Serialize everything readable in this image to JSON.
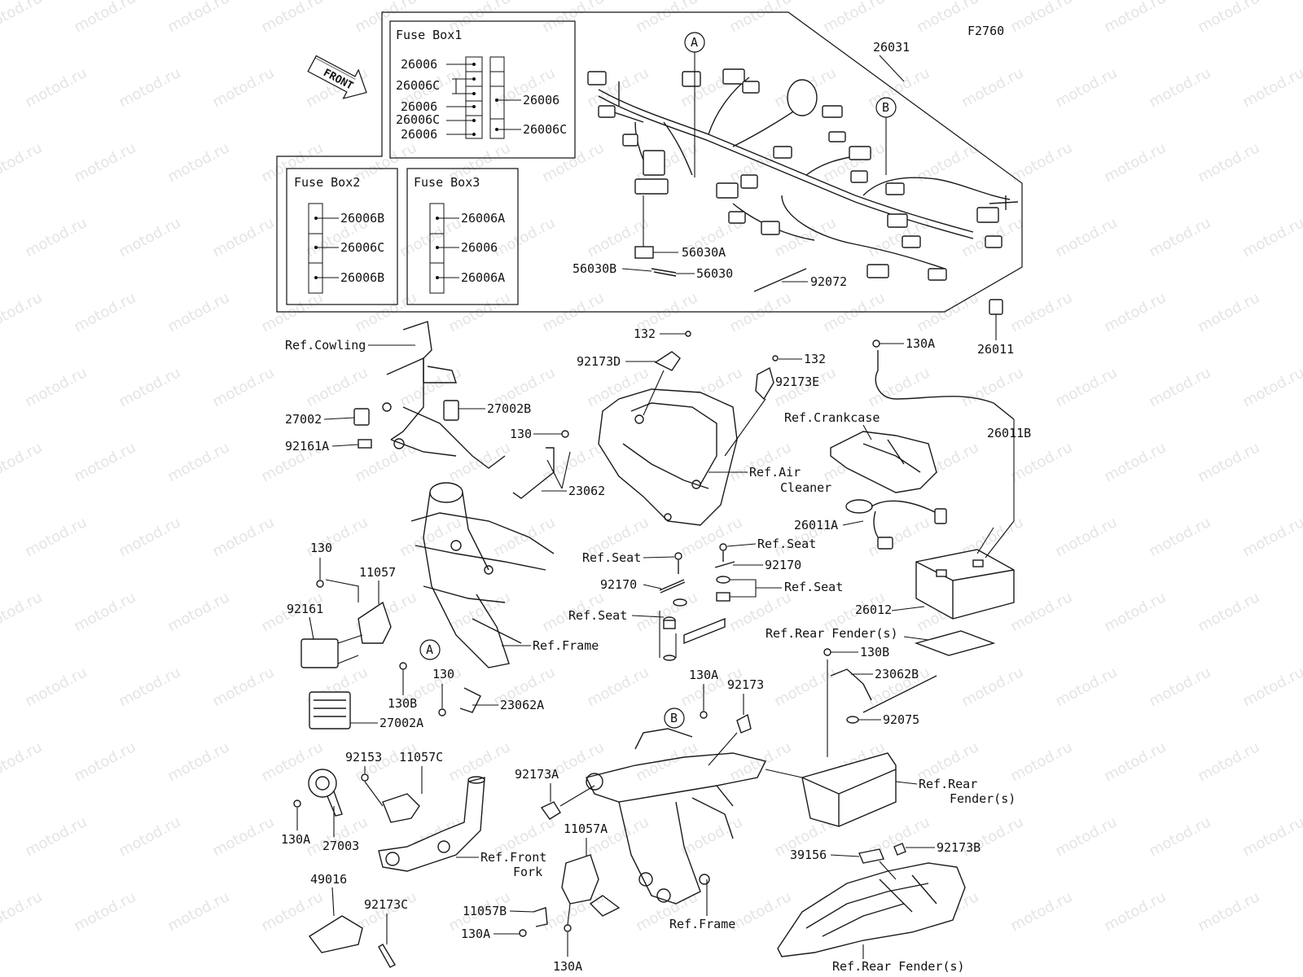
{
  "diagram_code": "F2760",
  "front_label": "FRONT",
  "watermark": "motod.ru",
  "fuse_box1": {
    "title": "Fuse Box1",
    "left": [
      "26006",
      "26006C",
      "26006",
      "26006C",
      "26006"
    ],
    "right": [
      "26006",
      "26006C"
    ]
  },
  "fuse_box2": {
    "title": "Fuse Box2",
    "items": [
      "26006B",
      "26006C",
      "26006B"
    ]
  },
  "fuse_box3": {
    "title": "Fuse Box3",
    "items": [
      "26006A",
      "26006",
      "26006A"
    ]
  },
  "callouts": {
    "A": "A",
    "B": "B"
  },
  "labels": {
    "l26031": "26031",
    "l56030A": "56030A",
    "l56030B": "56030B",
    "l56030": "56030",
    "l92072": "92072",
    "l26011": "26011",
    "l132a": "132",
    "l92173D": "92173D",
    "l132b": "132",
    "l92173E": "92173E",
    "l130A_top": "130A",
    "refCowling": "Ref.Cowling",
    "l27002": "27002",
    "l27002B": "27002B",
    "l92161A": "92161A",
    "l130_top": "130",
    "l23062": "23062",
    "refAir1": "Ref.Air",
    "refAir2": "Cleaner",
    "refCrankcase": "Ref.Crankcase",
    "l26011B": "26011B",
    "l26011A": "26011A",
    "l130_left": "130",
    "l11057": "11057",
    "l92161": "92161",
    "refSeat1": "Ref.Seat",
    "refSeat2": "Ref.Seat",
    "l92170a": "92170",
    "l92170b": "92170",
    "refSeat3": "Ref.Seat",
    "refSeat4": "Ref.Seat",
    "l26012": "26012",
    "refFrame1": "Ref.Frame",
    "refRearFender1": "Ref.Rear Fender(s)",
    "l130B_r": "130B",
    "l23062B": "23062B",
    "l92075": "92075",
    "l130B": "130B",
    "l130_mid": "130",
    "l23062A": "23062A",
    "l27002A": "27002A",
    "l130A_mid": "130A",
    "l92173": "92173",
    "l92153": "92153",
    "l11057C": "11057C",
    "l92173A": "92173A",
    "refRearFender2a": "Ref.Rear",
    "refRearFender2b": "Fender(s)",
    "l130A_left": "130A",
    "l27003": "27003",
    "refFrontFork1": "Ref.Front",
    "refFrontFork2": "Fork",
    "l11057A": "11057A",
    "l39156": "39156",
    "l92173B": "92173B",
    "l49016": "49016",
    "l92173C": "92173C",
    "l11057B": "11057B",
    "l130A_bot1": "130A",
    "l130A_bot2": "130A",
    "refFrame2": "Ref.Frame",
    "refRearFender3": "Ref.Rear Fender(s)"
  }
}
